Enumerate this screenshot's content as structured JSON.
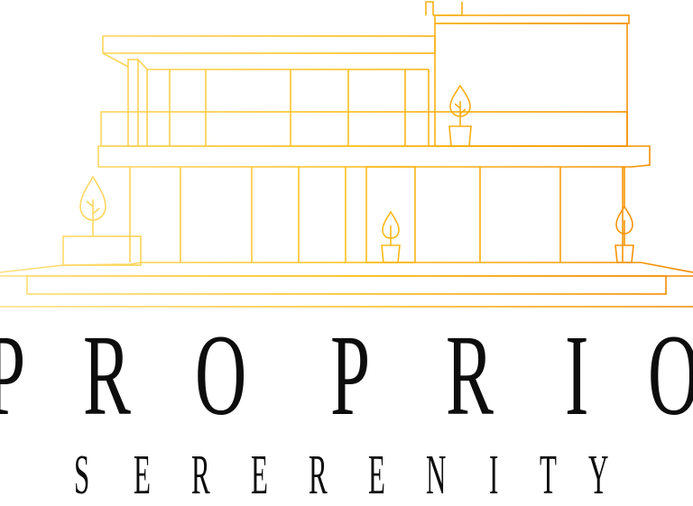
{
  "logo": {
    "brand_name": "PROPRIO",
    "tagline": "SERERENITY",
    "brand_letters": [
      "P",
      "R",
      "O",
      "P",
      "R",
      "I",
      "O"
    ],
    "tagline_letters": [
      "S",
      "E",
      "R",
      "E",
      "R",
      "E",
      "N",
      "I",
      "T",
      "Y"
    ],
    "gradient_start": "#fbd95a",
    "gradient_end": "#f28a00",
    "text_color": "#0d0d0d"
  }
}
